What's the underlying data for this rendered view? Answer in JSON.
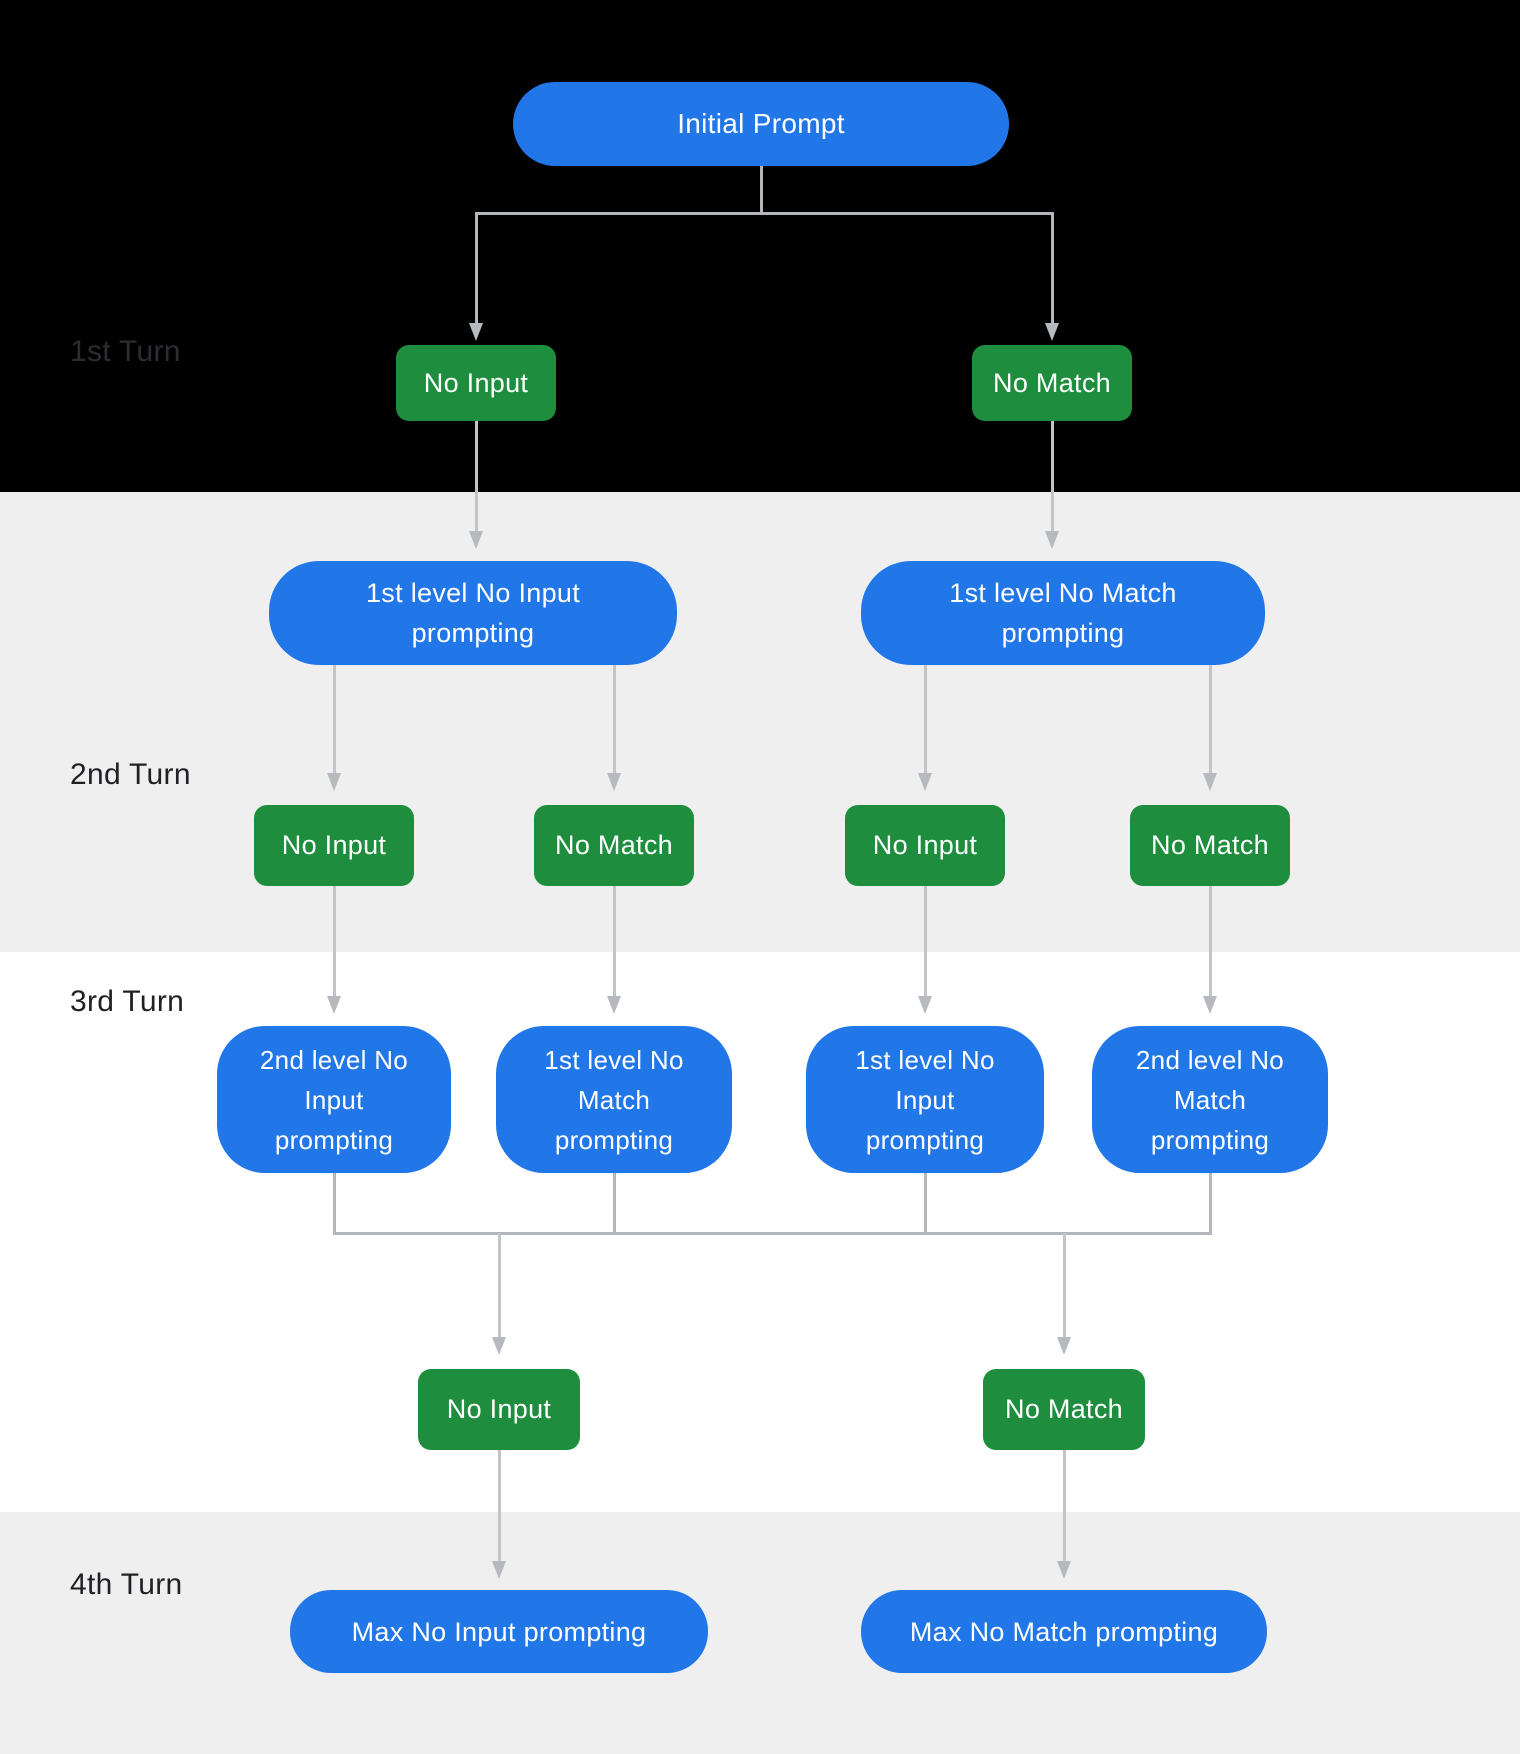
{
  "colors": {
    "node_blue": "#2176e8",
    "node_green": "#1e8e3e",
    "node_text": "#ffffff",
    "band_black": "#000000",
    "band_gray": "#efefef",
    "band_white": "#ffffff",
    "line": "#c1c4c8",
    "line2": "#b3b6ba",
    "head": "#b6b9bd",
    "label_dark": "#202124",
    "label_on_black": "#2b2d31"
  },
  "turn_labels": [
    "1st Turn",
    "2nd Turn",
    "3rd Turn",
    "4th Turn"
  ],
  "nodes": {
    "initial_prompt": "Initial Prompt",
    "t1_no_input": "No Input",
    "t1_no_match": "No Match",
    "l1_no_input_prompting": "1st level No Input\nprompting",
    "l1_no_match_prompting": "1st level No Match\nprompting",
    "t2_no_input_a": "No Input",
    "t2_no_match_a": "No Match",
    "t2_no_input_b": "No Input",
    "t2_no_match_b": "No Match",
    "l2_no_input_prompting": "2nd level No\nInput\nprompting",
    "l1_no_match_prompting_2": "1st level No\nMatch\nprompting",
    "l1_no_input_prompting_2": "1st level No\nInput\nprompting",
    "l2_no_match_prompting": "2nd level No\nMatch\nprompting",
    "t3_no_input": "No Input",
    "t3_no_match": "No Match",
    "max_no_input_prompting": "Max No Input prompting",
    "max_no_match_prompting": "Max No Match prompting"
  }
}
